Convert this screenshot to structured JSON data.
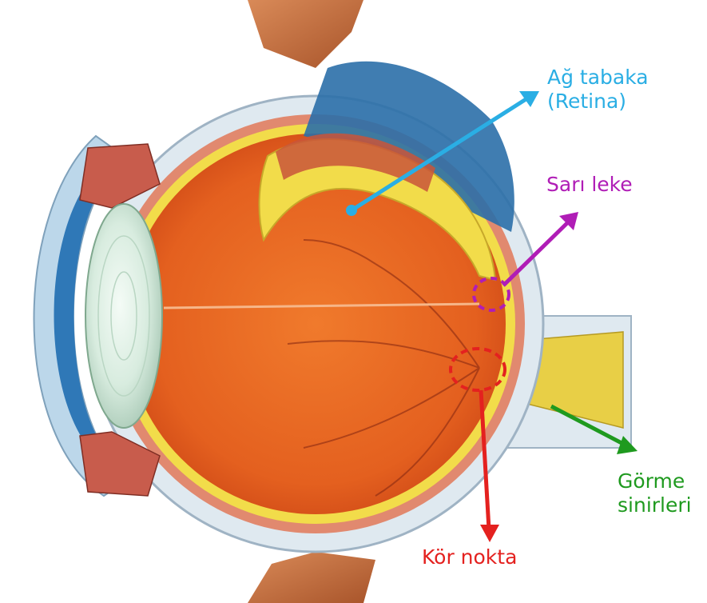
{
  "labels": {
    "retina_line1": "Ağ tabaka",
    "retina_line2": "(Retina)",
    "macula": "Sarı leke",
    "optic_line1": "Görme",
    "optic_line2": "sinirleri",
    "blind_spot": "Kör nokta"
  },
  "colors": {
    "retina": "#2aaee4",
    "macula": "#b01db6",
    "optic_nerve": "#1f9a1f",
    "blind_spot": "#e4211f",
    "vitreous": "#e45f1f",
    "sclera": "#dfe9f0",
    "retina_layer": "#f2dc4a"
  }
}
